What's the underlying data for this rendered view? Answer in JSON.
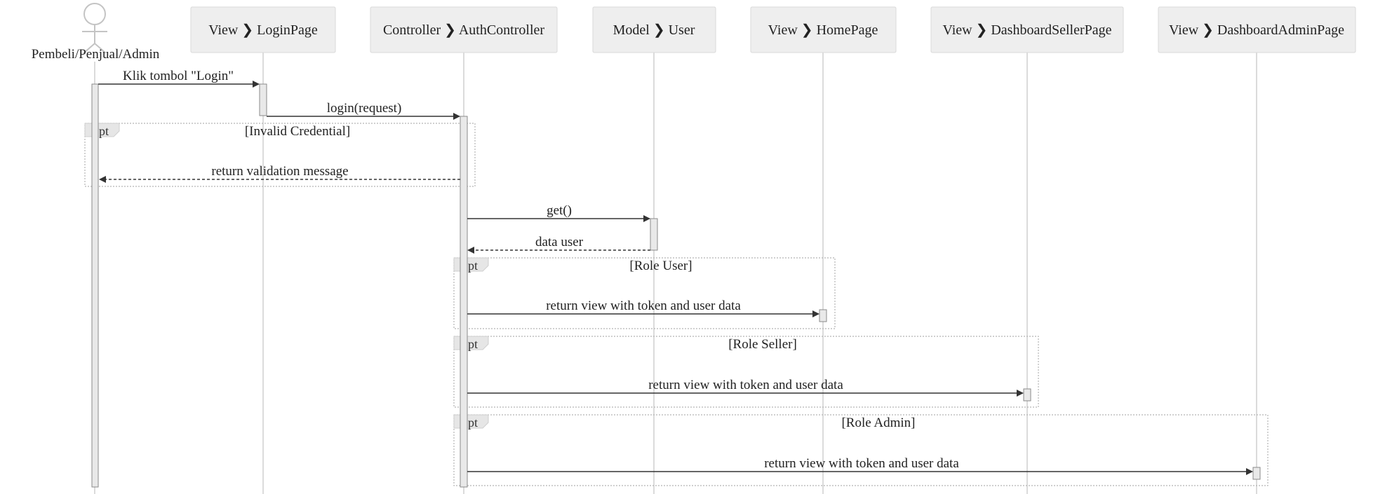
{
  "actor": {
    "name": "Pembeli/Penjual/Admin"
  },
  "participants": [
    {
      "type": "View",
      "name": "LoginPage"
    },
    {
      "type": "Controller",
      "name": "AuthController"
    },
    {
      "type": "Model",
      "name": "User"
    },
    {
      "type": "View",
      "name": "HomePage"
    },
    {
      "type": "View",
      "name": "DashboardSellerPage"
    },
    {
      "type": "View",
      "name": "DashboardAdminPage"
    }
  ],
  "separator": "❯",
  "messages": [
    {
      "label": "Klik tombol \"Login\""
    },
    {
      "label": "login(request)"
    },
    {
      "label": "return validation message"
    },
    {
      "label": "get()"
    },
    {
      "label": "data user"
    },
    {
      "label": "return view with token and user data"
    },
    {
      "label": "return view with token and user data"
    },
    {
      "label": "return view with token and user data"
    }
  ],
  "fragments": [
    {
      "operator": "opt",
      "guard": "[Invalid Credential]"
    },
    {
      "operator": "opt",
      "guard": "[Role User]"
    },
    {
      "operator": "opt",
      "guard": "[Role Seller]"
    },
    {
      "operator": "opt",
      "guard": "[Role Admin]"
    }
  ]
}
